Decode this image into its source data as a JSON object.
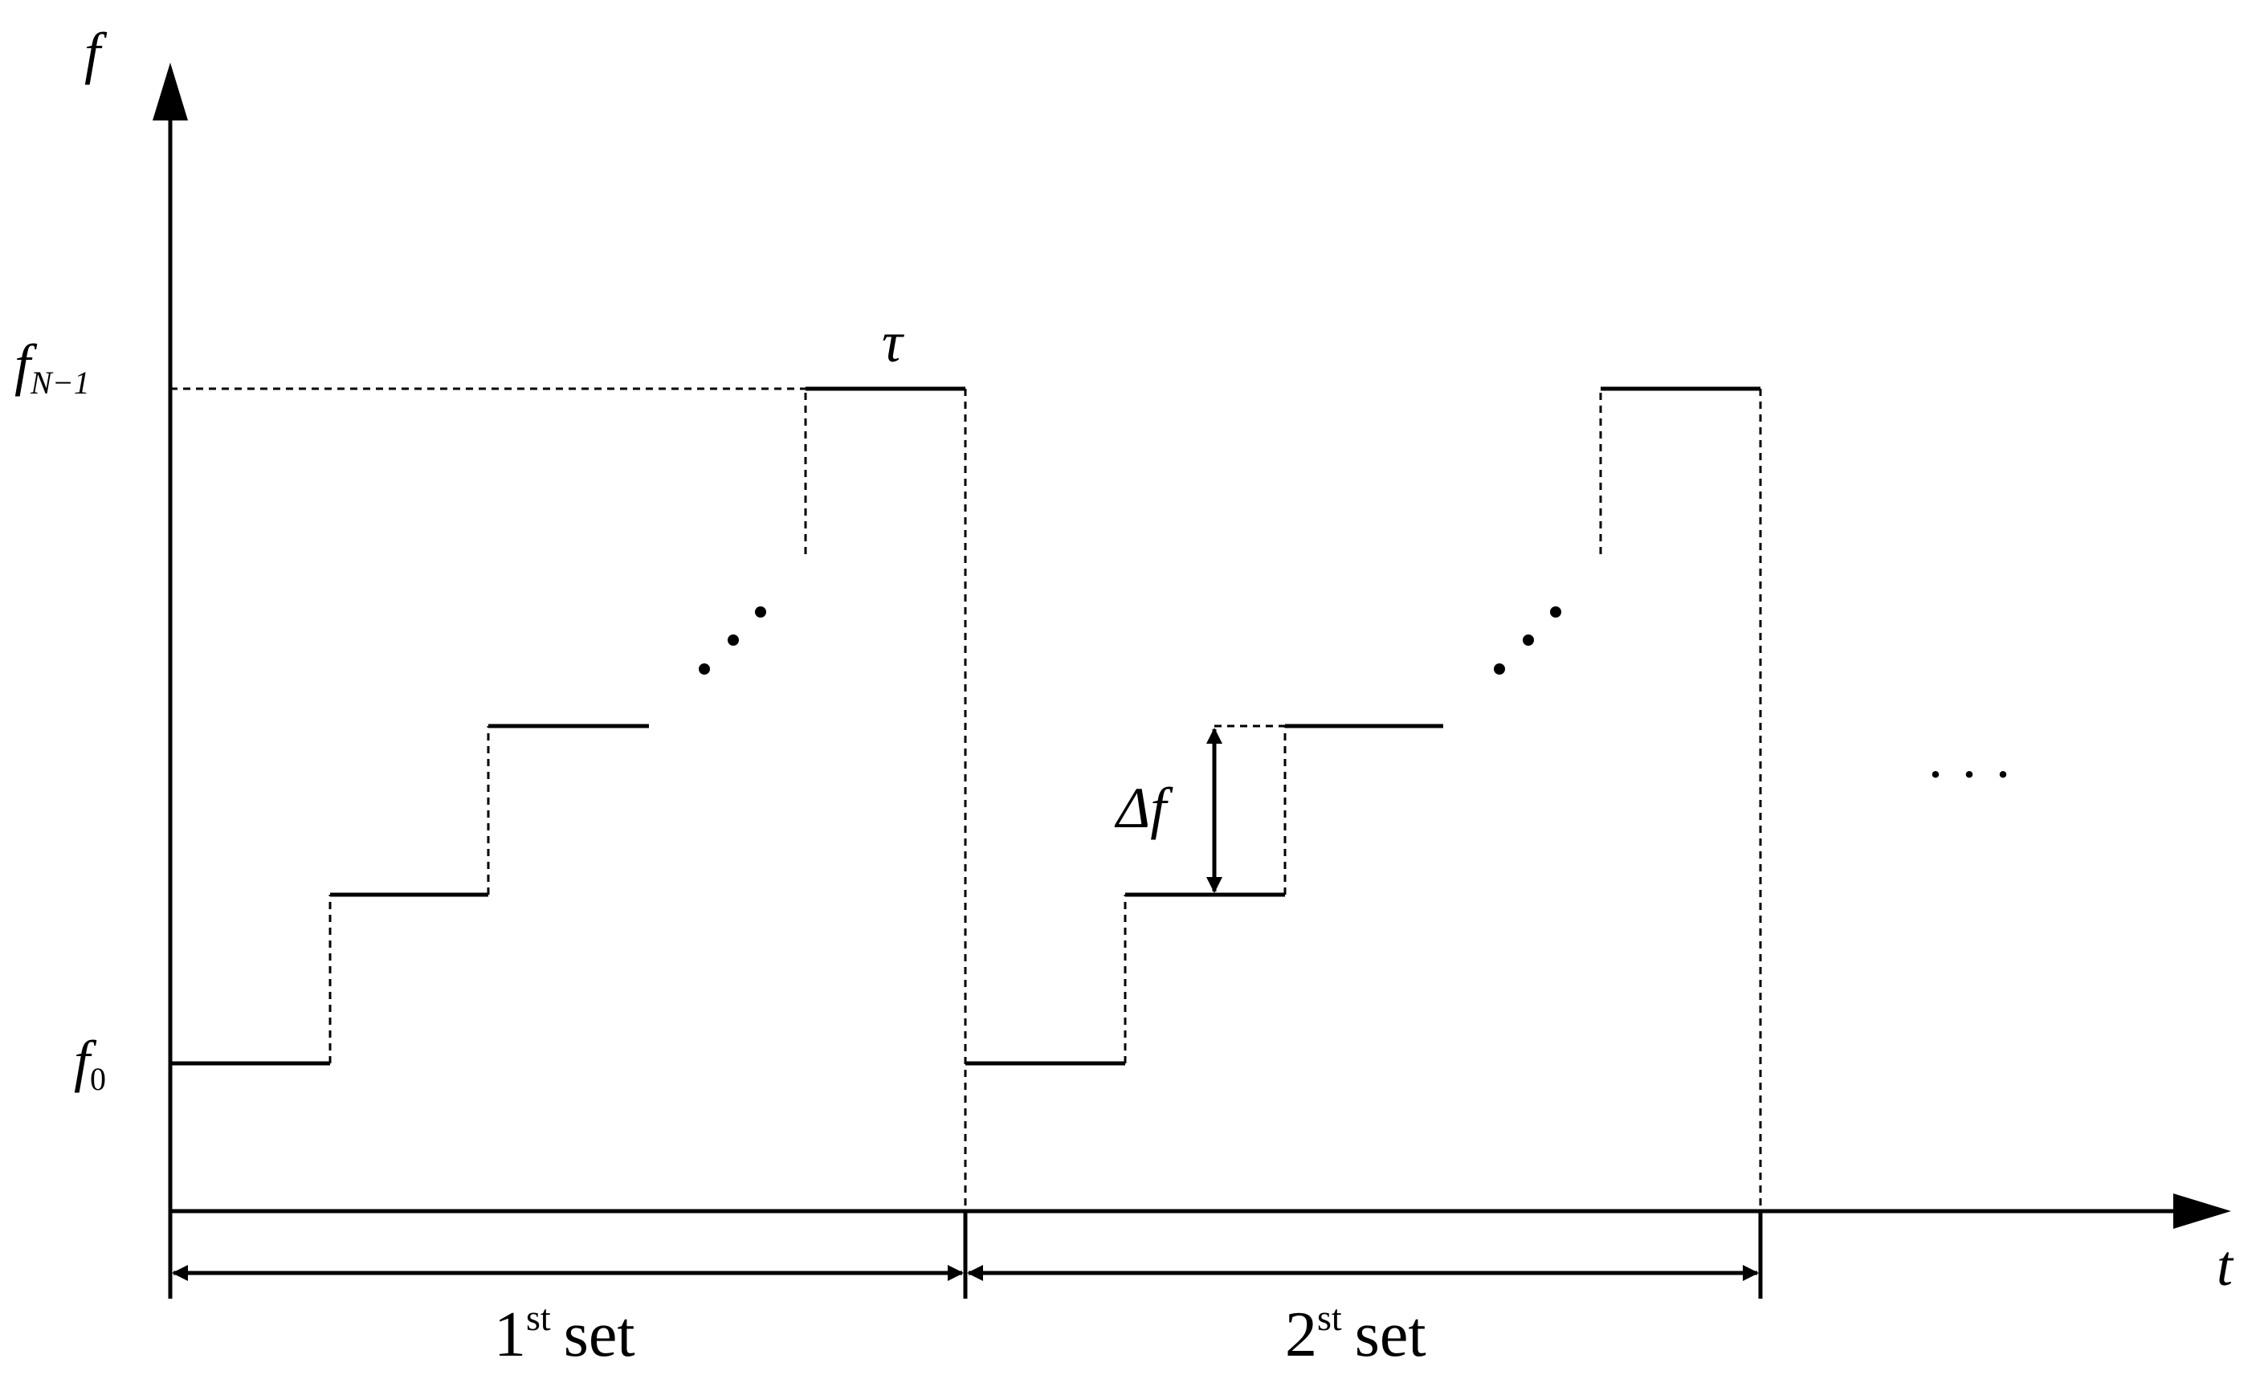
{
  "axes": {
    "y_label": "f",
    "x_label": "t"
  },
  "levels": {
    "top": {
      "base": "f",
      "sub": "N−1"
    },
    "bottom": {
      "base": "f",
      "sub": "0"
    }
  },
  "annotations": {
    "pulse_width": "τ",
    "step_delta": "Δf",
    "continuation": "· · ·"
  },
  "sets": [
    {
      "number": "1",
      "suffix": "st",
      "word": "set"
    },
    {
      "number": "2",
      "suffix": "st",
      "word": "set"
    }
  ],
  "steps_per_set_shown": 3
}
